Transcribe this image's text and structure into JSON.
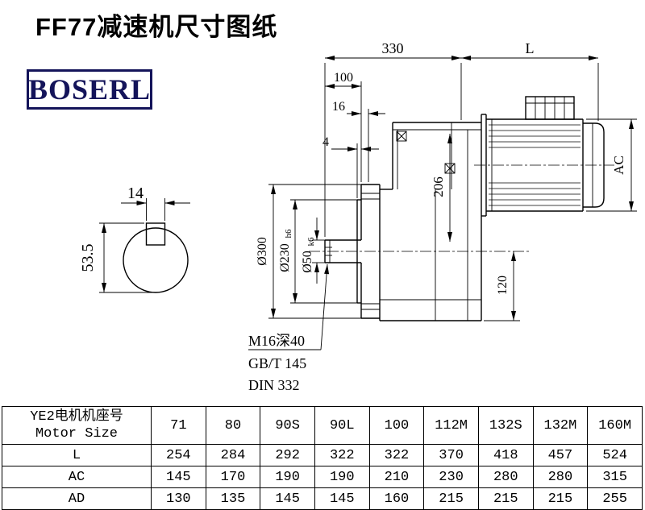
{
  "page": {
    "title": "FF77减速机尺寸图纸"
  },
  "logo": {
    "text": "BOSERL"
  },
  "drawing": {
    "dims": {
      "d330": "330",
      "dL": "L",
      "d100": "100",
      "d16": "16",
      "d4": "4",
      "dAC": "AC",
      "d206": "206",
      "d120": "120",
      "d14": "14",
      "d53": "53.5",
      "d300": "Ø300",
      "d230": "Ø230",
      "d230t": "h6",
      "d50": "Ø50",
      "d50t": "k6"
    },
    "notes": [
      "M16深40",
      "GB/T 145",
      "DIN 332"
    ]
  },
  "table": {
    "header": {
      "line1": "YE2电机机座号",
      "line2": "Motor Size"
    },
    "columns": [
      "71",
      "80",
      "90S",
      "90L",
      "100",
      "112M",
      "132S",
      "132M",
      "160M"
    ],
    "rows": [
      {
        "label": "L",
        "values": [
          "254",
          "284",
          "292",
          "322",
          "322",
          "370",
          "418",
          "457",
          "524"
        ]
      },
      {
        "label": "AC",
        "values": [
          "145",
          "170",
          "190",
          "190",
          "210",
          "230",
          "280",
          "280",
          "315"
        ]
      },
      {
        "label": "AD",
        "values": [
          "130",
          "135",
          "145",
          "145",
          "160",
          "215",
          "215",
          "215",
          "255"
        ]
      }
    ]
  }
}
